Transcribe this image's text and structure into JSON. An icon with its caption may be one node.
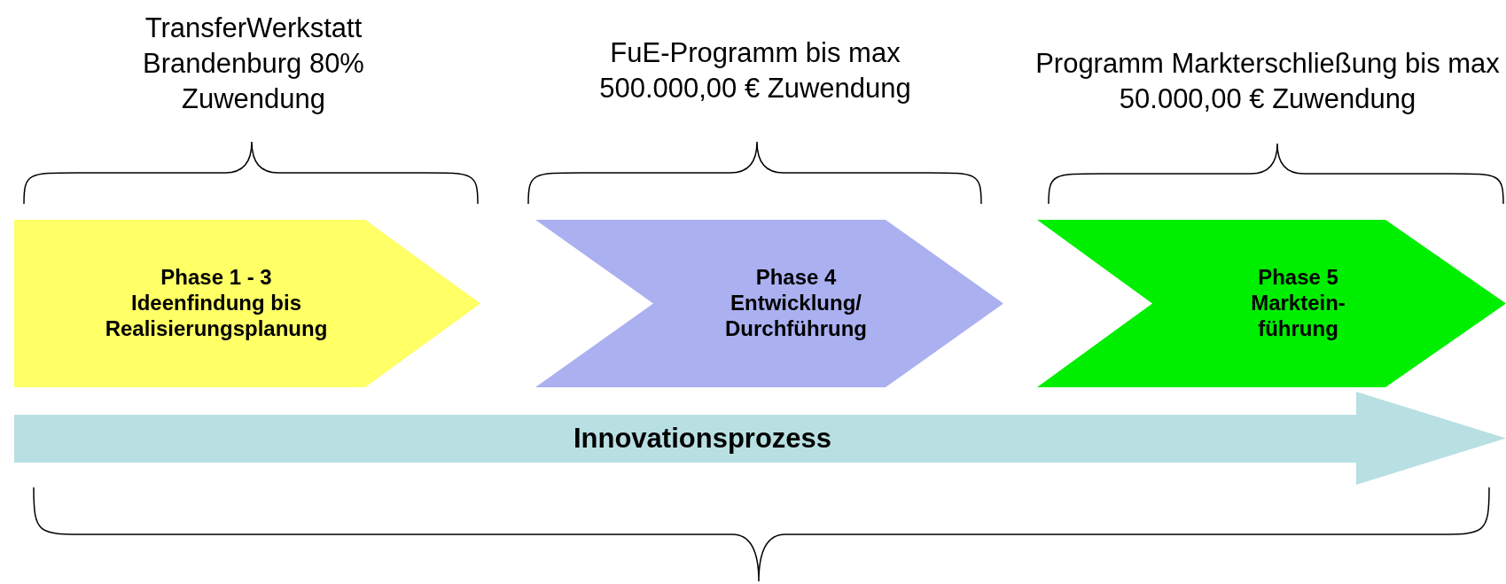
{
  "diagram": {
    "nodes": [
      {
        "text": [
          "Phase 1 - 3",
          "Ideenfindung bis Realisierungsplanung"
        ]
      },
      {
        "text": [
          "Phase 4",
          "Entwicklung/ Durchführung"
        ]
      },
      {
        "text": [
          "Phase 5",
          "Marktein- führung"
        ]
      },
      {
        "text": [
          "Innovationsprozess"
        ]
      }
    ],
    "edges": [],
    "labels": [
      "TransferWerkstatt Brandenburg 80% Zuwendung",
      "FuE-Programm bis max 500.000,00 € Zuwendung",
      "Programm Markterschließung bis max 50.000,00 € Zuwendung"
    ]
  }
}
